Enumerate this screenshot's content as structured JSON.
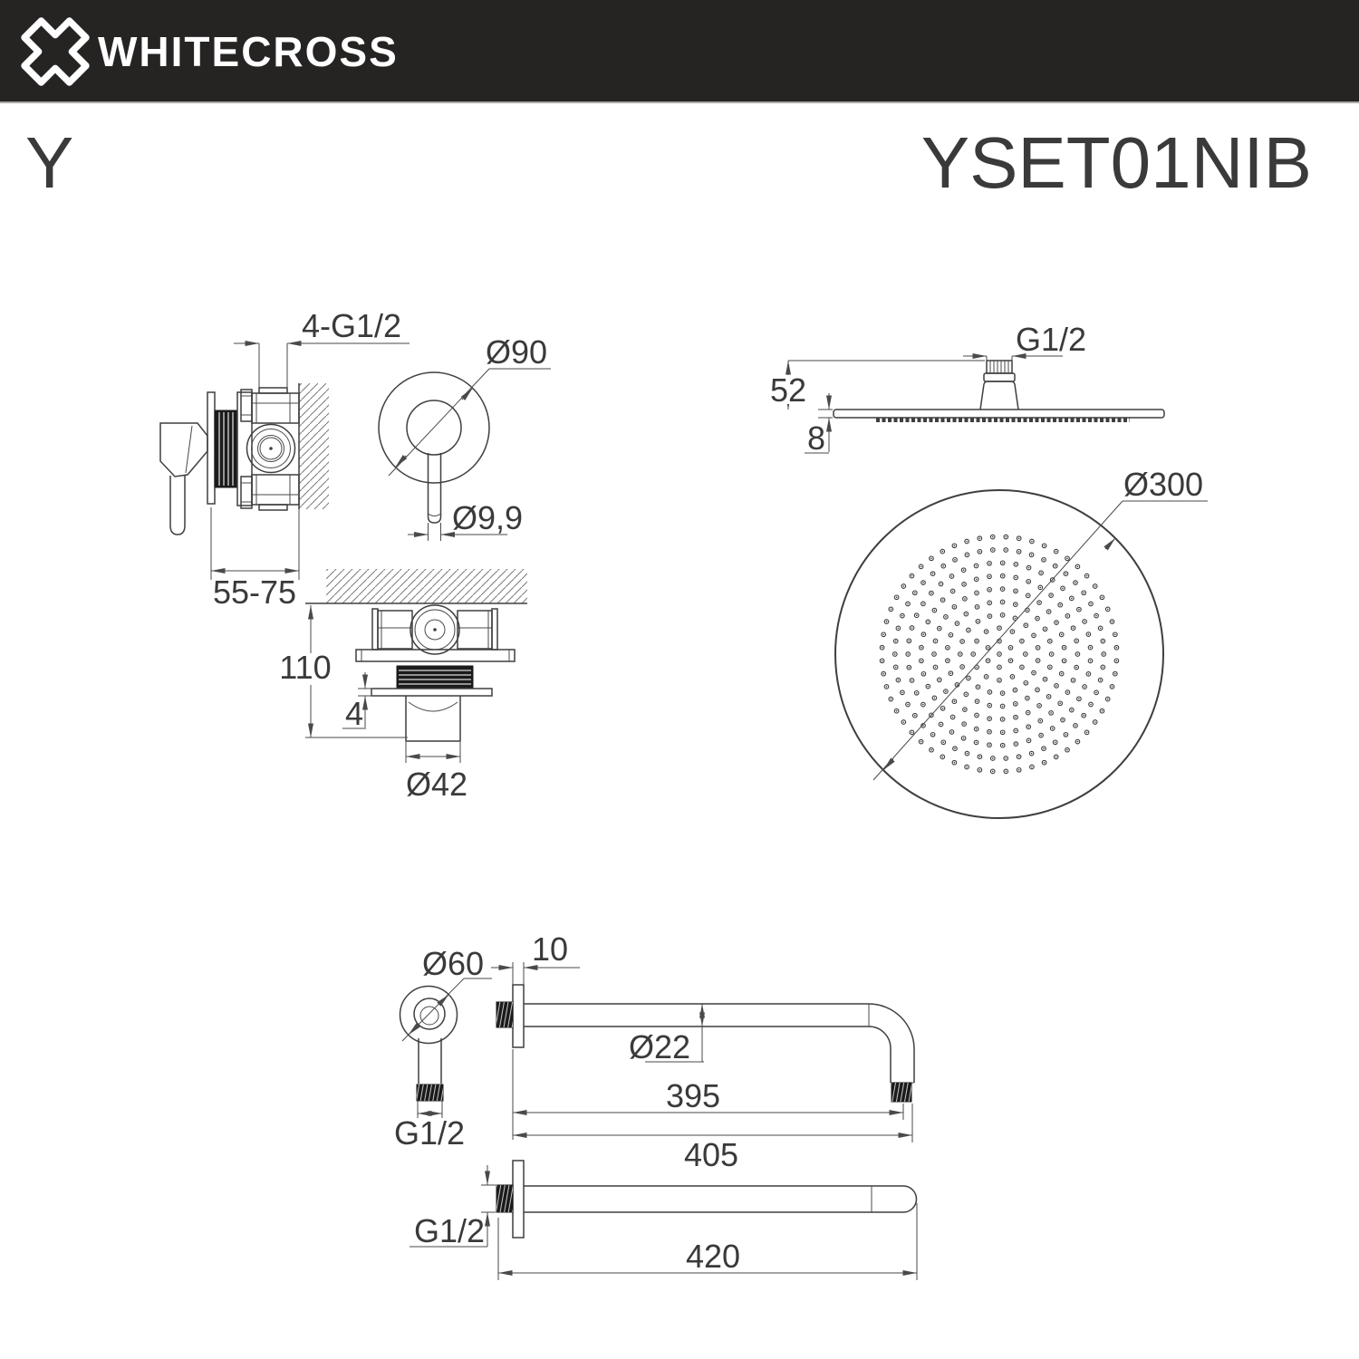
{
  "header": {
    "brand": "WHITECROSS",
    "logo": "x-cross-icon",
    "product_series": "Y",
    "model": "YSET01NIB",
    "bar_color": "#262323"
  },
  "colors": {
    "line": "#3f3f3f",
    "text": "#3a3a3a",
    "background": "#ffffff"
  },
  "drawings": {
    "mixer_side": {
      "dim_ports": "4-G1/2",
      "dim_depth": "55-75"
    },
    "mixer_front": {
      "dim_plate": "Ø90",
      "dim_handle": "Ø9,9"
    },
    "mixer_mount": {
      "dim_height": "110",
      "dim_plate_thickness": "4",
      "dim_trim": "Ø42"
    },
    "head_side": {
      "dim_thread": "G1/2",
      "dim_height": "52",
      "dim_thickness": "8"
    },
    "head_face": {
      "dim_diameter": "Ø300",
      "nozzle_rings": 9
    },
    "arm_end": {
      "dim_flange": "Ø60",
      "dim_thread": "G1/2"
    },
    "arm_side": {
      "dim_flange_thickness": "10",
      "dim_tube": "Ø22",
      "dim_length_inner": "395",
      "dim_length_outer": "405"
    },
    "arm_straight": {
      "dim_thread": "G1/2",
      "dim_length": "420"
    }
  }
}
